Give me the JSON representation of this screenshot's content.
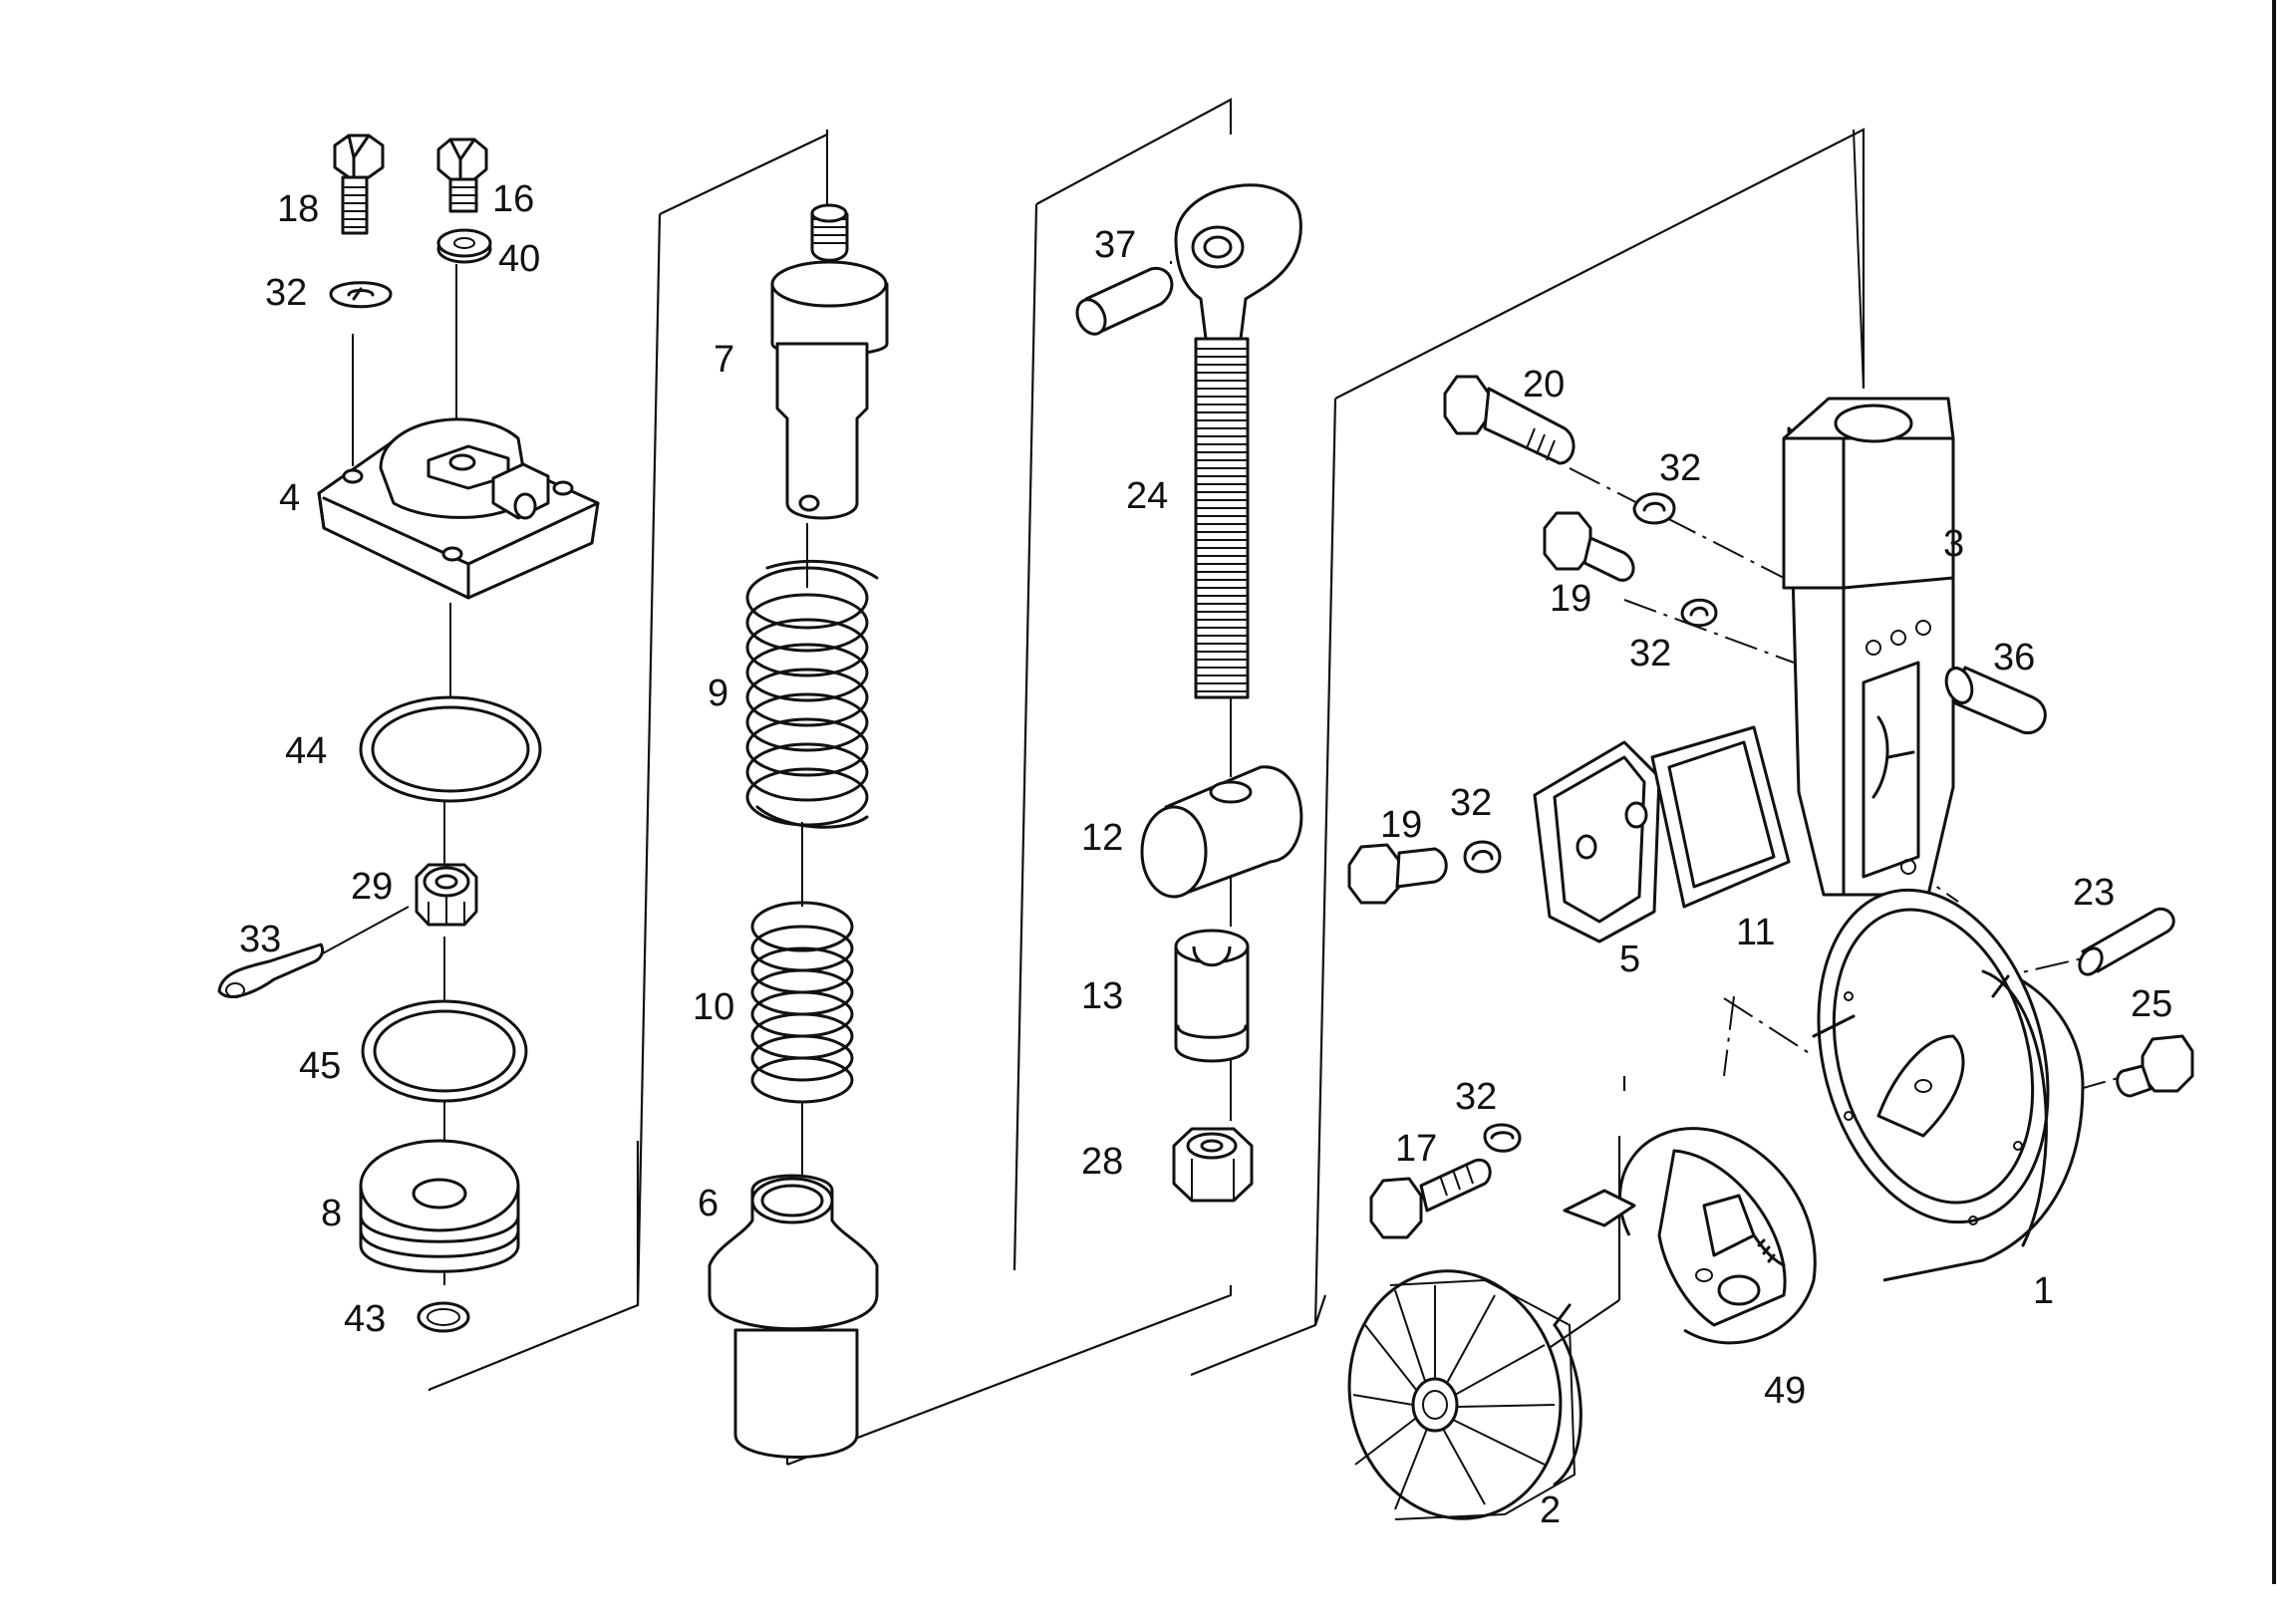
{
  "diagram": {
    "type": "exploded parts view",
    "callouts": [
      {
        "id": "p18",
        "text": "18"
      },
      {
        "id": "p16",
        "text": "16"
      },
      {
        "id": "p40",
        "text": "40"
      },
      {
        "id": "p32a",
        "text": "32"
      },
      {
        "id": "p4",
        "text": "4"
      },
      {
        "id": "p44",
        "text": "44"
      },
      {
        "id": "p29",
        "text": "29"
      },
      {
        "id": "p33",
        "text": "33"
      },
      {
        "id": "p45",
        "text": "45"
      },
      {
        "id": "p8",
        "text": "8"
      },
      {
        "id": "p43",
        "text": "43"
      },
      {
        "id": "p7",
        "text": "7"
      },
      {
        "id": "p9",
        "text": "9"
      },
      {
        "id": "p10",
        "text": "10"
      },
      {
        "id": "p6",
        "text": "6"
      },
      {
        "id": "p37",
        "text": "37"
      },
      {
        "id": "p24",
        "text": "24"
      },
      {
        "id": "p12",
        "text": "12"
      },
      {
        "id": "p13",
        "text": "13"
      },
      {
        "id": "p28",
        "text": "28"
      },
      {
        "id": "p20",
        "text": "20"
      },
      {
        "id": "p32b",
        "text": "32"
      },
      {
        "id": "p3",
        "text": "3"
      },
      {
        "id": "p19a",
        "text": "19"
      },
      {
        "id": "p32c",
        "text": "32"
      },
      {
        "id": "p36",
        "text": "36"
      },
      {
        "id": "p19b",
        "text": "19"
      },
      {
        "id": "p32d",
        "text": "32"
      },
      {
        "id": "p5",
        "text": "5"
      },
      {
        "id": "p11",
        "text": "11"
      },
      {
        "id": "p23",
        "text": "23"
      },
      {
        "id": "p25",
        "text": "25"
      },
      {
        "id": "p32e",
        "text": "32"
      },
      {
        "id": "p17",
        "text": "17"
      },
      {
        "id": "p1",
        "text": "1"
      },
      {
        "id": "p49",
        "text": "49"
      },
      {
        "id": "p2",
        "text": "2"
      }
    ]
  }
}
